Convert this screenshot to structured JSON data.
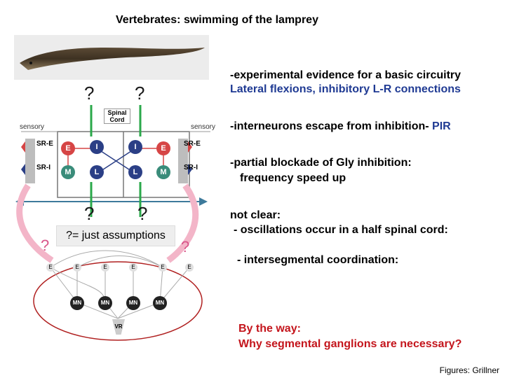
{
  "title": "Vertebrates: swimming of the lamprey",
  "diagram": {
    "question_marks": [
      "?",
      "?",
      "?",
      "?"
    ],
    "pink_question_marks": [
      "?",
      "?"
    ],
    "assumption_note": "?= just assumptions",
    "spinal_cord_label": "Spinal\nCord",
    "sensory_left": "sensory",
    "sensory_right": "sensory",
    "sr_e_left": "SR-E",
    "sr_i_left": "SR-I",
    "sr_e_right": "SR-E",
    "sr_i_right": "SR-I",
    "neuron_labels": {
      "E": "E",
      "I": "I",
      "M": "M",
      "L": "L"
    },
    "network_e_labels": [
      "E",
      "E",
      "E",
      "E",
      "E",
      "E"
    ],
    "mn_labels": [
      "MN",
      "MN",
      "MN",
      "MN"
    ],
    "vr_label": "VR"
  },
  "text": {
    "p1_line1": "-experimental evidence for a basic circuitry",
    "p1_line2": "Lateral flexions, inhibitory L-R connections",
    "p2_prefix": "-interneurons escape from inhibition- ",
    "p2_suffix": "PIR",
    "p3_line1": "-partial blockade of Gly inhibition:",
    "p3_line2": "frequency speed up",
    "p4_line1": "not clear:",
    "p4_line2": "- oscillations occur in a half spinal cord:",
    "p5": "- intersegmental coordination:",
    "p6_line1": "By the way:",
    "p6_line2": "Why segmental ganglions are necessary?"
  },
  "credit": "Figures: Grillner",
  "colors": {
    "blue_text": "#1f3a93",
    "red_text": "#c4151c",
    "excitatory": "#d64545",
    "inhibitory": "#2b3f86",
    "motor": "#3a8c7a",
    "green_axon": "#2aa84a",
    "pink_arrow": "#f3b5c8",
    "ellipse": "#b02020"
  }
}
